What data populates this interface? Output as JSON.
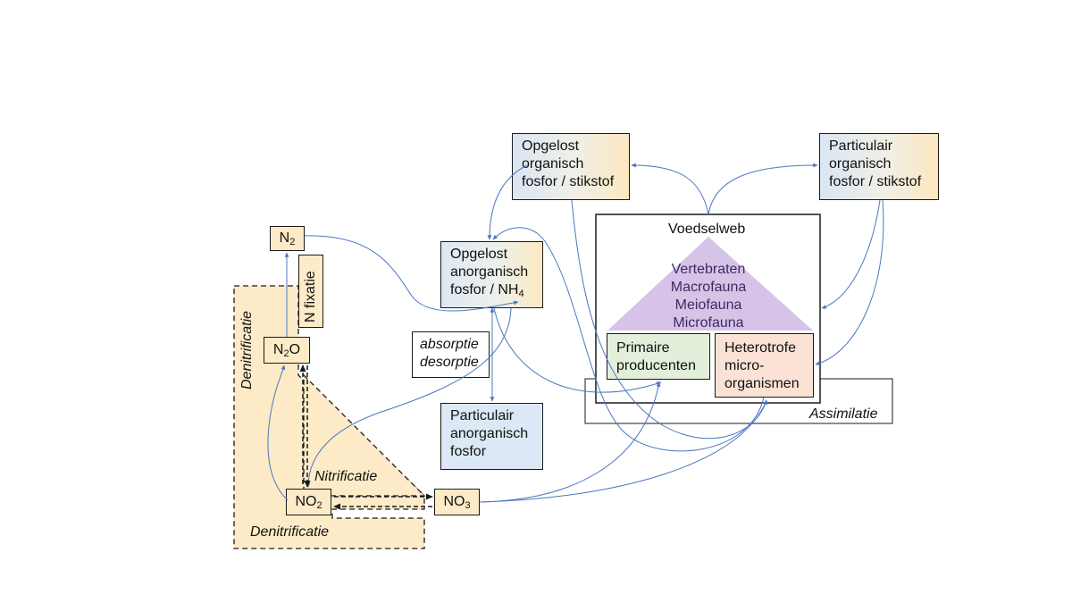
{
  "nodes": {
    "n2": {
      "main": "N",
      "sub": "2"
    },
    "n2o": {
      "pre": "N",
      "sub": "2",
      "post": "O"
    },
    "no2": {
      "main": "NO",
      "sub": "2"
    },
    "no3": {
      "main": "NO",
      "sub": "3"
    },
    "n_fixatie": "N fixatie",
    "opgelost_anorganisch": {
      "line1": "Opgelost",
      "line2": "anorganisch",
      "line3": "fosfor / NH",
      "sub": "4"
    },
    "particulair_anorganisch": [
      "Particulair",
      "anorganisch",
      "fosfor"
    ],
    "opgelost_organisch": [
      "Opgelost",
      "organisch",
      "fosfor / stikstof"
    ],
    "particulair_organisch": [
      "Particulair",
      "organisch",
      "fosfor / stikstof"
    ],
    "primaire_producenten": [
      "Primaire",
      "producenten"
    ],
    "heterotrofe": [
      "Heterotrofe",
      "micro-",
      "organismen"
    ]
  },
  "voedselweb": {
    "title": "Voedselweb",
    "levels": [
      "Vertebraten",
      "Macrofauna",
      "Meiofauna",
      "Microfauna"
    ]
  },
  "labels": {
    "absorptie": "absorptie",
    "desorptie": "desorptie",
    "assimilatie": "Assimilatie",
    "denitrificatie_vertical": "Denitrificatie",
    "nitrificatie": "Nitrificatie",
    "denitrificatie_bottom": "Denitrificatie"
  },
  "colors": {
    "arrow": "#4a78c0",
    "process_fill": "#fdebc7",
    "pyramid": "#d6c4e8",
    "text_purple": "#3d2a63"
  }
}
